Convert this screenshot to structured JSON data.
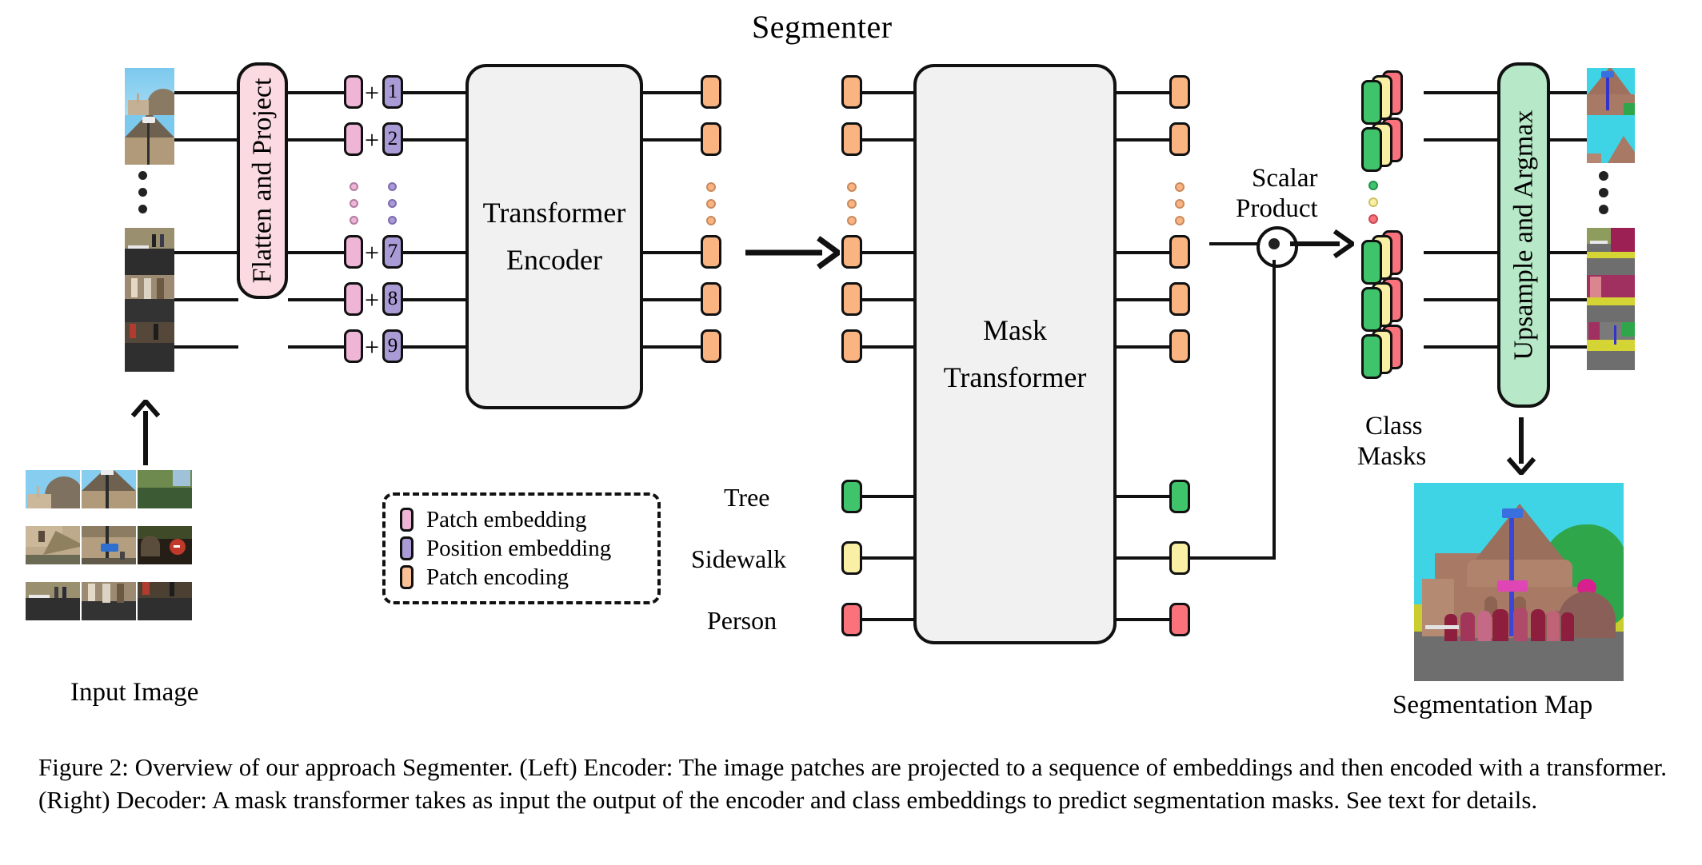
{
  "figure": {
    "title": "Segmenter",
    "caption": "Figure 2: Overview of our approach Segmenter. (Left) Encoder: The image patches are projected to a sequence of embeddings and then encoded with a transformer. (Right) Decoder: A mask transformer takes as input the output of the encoder and class embeddings to predict segmentation masks. See text for details."
  },
  "encoder": {
    "input_label": "Input Image",
    "flatten_box_label": "Flatten and Project",
    "transformer_box_label_line1": "Transformer",
    "transformer_box_label_line2": "Encoder",
    "plus_sign": "+",
    "position_indices": [
      "1",
      "2",
      "7",
      "8",
      "9"
    ],
    "ellipsis": "..."
  },
  "decoder": {
    "mask_box_label_line1": "Mask",
    "mask_box_label_line2": "Transformer",
    "class_labels": [
      "Tree",
      "Sidewalk",
      "Person"
    ],
    "scalar_product_line1": "Scalar",
    "scalar_product_line2": "Product",
    "class_masks_line1": "Class",
    "class_masks_line2": "Masks",
    "upsample_box_label": "Upsample and Argmax",
    "segmentation_map_label": "Segmentation Map"
  },
  "legend": {
    "items": [
      {
        "name": "Patch embedding",
        "color": "#eeb5d6"
      },
      {
        "name": "Position embedding",
        "color": "#aa9bd6"
      },
      {
        "name": "Patch encoding",
        "color": "#fbc196"
      }
    ]
  },
  "colors": {
    "patch_embedding": "#eeb5d6",
    "position_embedding": "#aa9bd6",
    "patch_encoding": "#fab482",
    "class_tree": "#3fc46b",
    "class_sidewalk": "#f9f0a5",
    "class_person": "#f9727c",
    "flatten_box_fill": "#fbdbe1",
    "transformer_box_fill": "#f1f1f1",
    "upsample_box_fill": "#b7e8c8",
    "stroke": "#111111"
  }
}
